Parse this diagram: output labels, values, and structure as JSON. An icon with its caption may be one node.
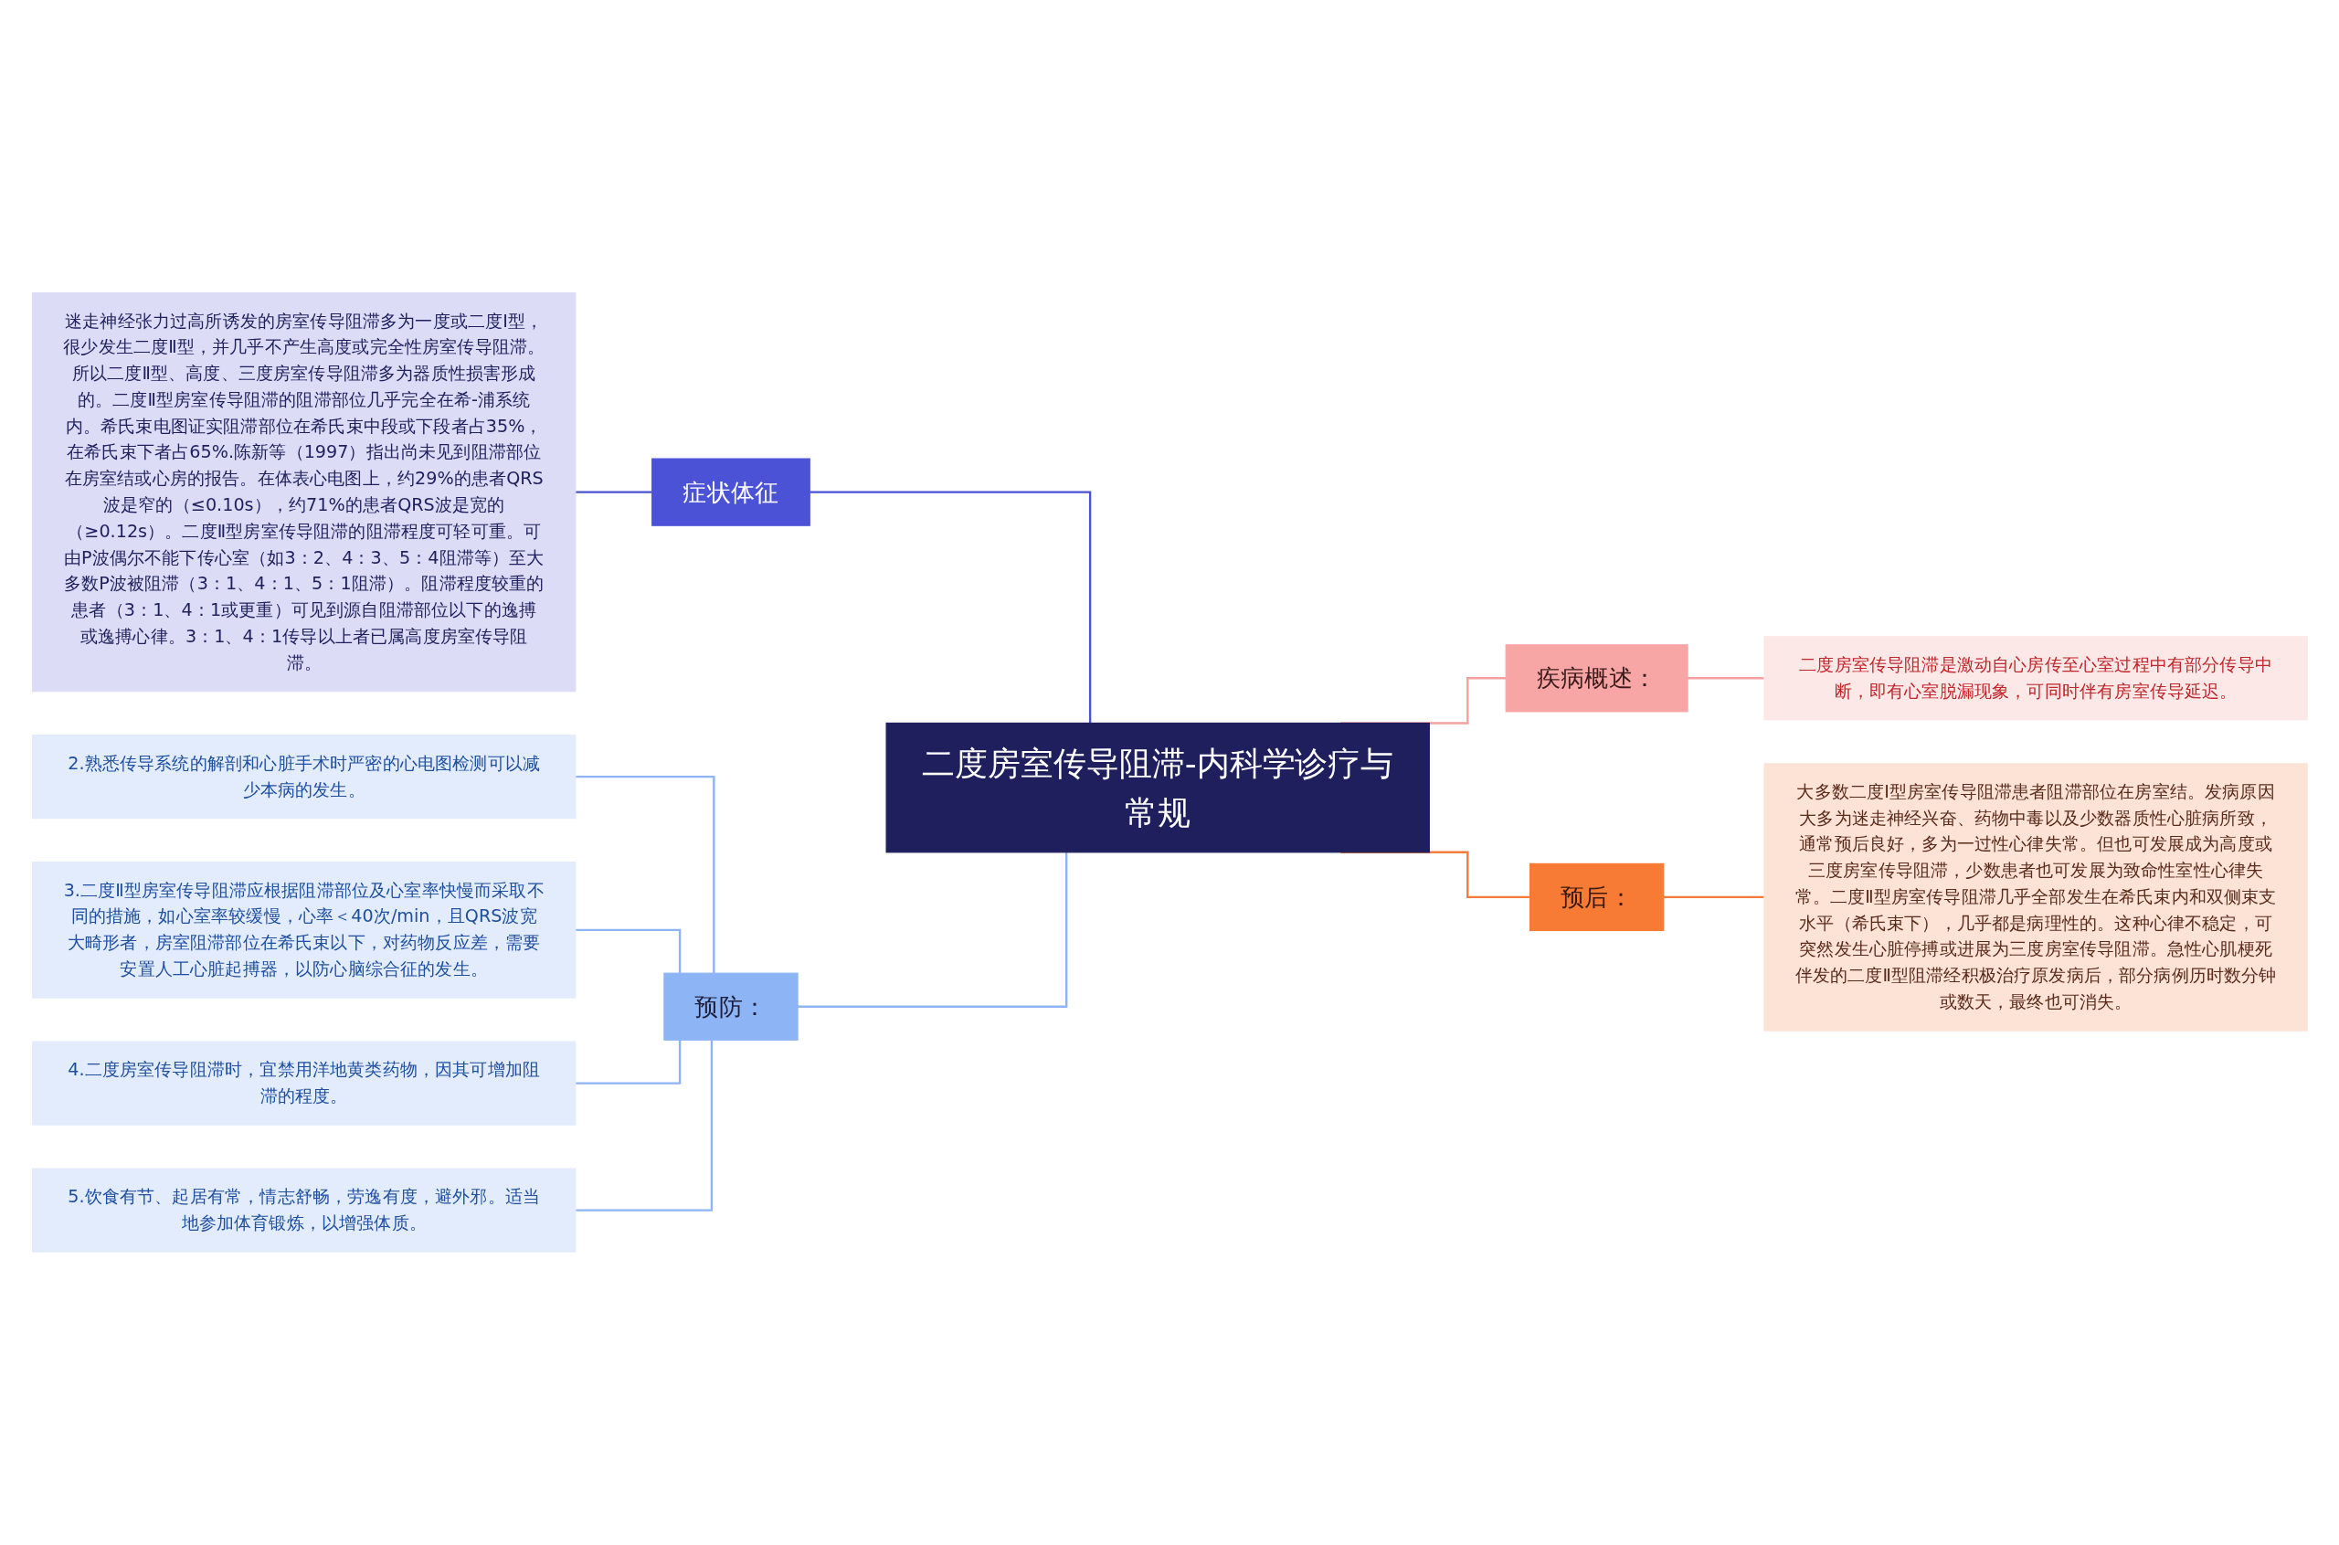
{
  "diagram": {
    "nodes": [
      {
        "text": [
          "二度房室传导阻滞-内科学诊疗与常规"
        ]
      },
      {
        "text": [
          "症状体征"
        ]
      },
      {
        "text": [
          "迷走神经张力过高所诱发的房室传导阻滞多为一度或二度Ⅰ型，很少发生二度Ⅱ型，并几乎不产生高度或完全性房室传导阻滞。所以二度Ⅱ型、高度、三度房室传导阻滞多为器质性损害形成的。二度Ⅱ型房室传导阻滞的阻滞部位几乎完全在希-浦系统内。希氏束电图证实阻滞部位在希氏束中段或下段者占35%，在希氏束下者占65%.陈新等（1997）指出尚未见到阻滞部位在房室结或心房的报告。在体表心电图上，约29%的患者QRS波是窄的（≤0.10s），约71%的患者QRS波是宽的（≥0.12s）。二度Ⅱ型房室传导阻滞的阻滞程度可轻可重。可由P波偶尔不能下传心室（如3：2、4：3、5：4阻滞等）至大多数P波被阻滞（3：1、4：1、5：1阻滞）。阻滞程度较重的患者（3：1、4：1或更重）可见到源自阻滞部位以下的逸搏或逸搏心律。3：1、4：1传导以上者已属高度房室传导阻滞。"
        ]
      },
      {
        "text": [
          "预防："
        ]
      },
      {
        "text": [
          "2.熟悉传导系统的解剖和心脏手术时严密的心电图检测可以减少本病的发生。"
        ]
      },
      {
        "text": [
          "3.二度Ⅱ型房室传导阻滞应根据阻滞部位及心室率快慢而采取不同的措施，如心室率较缓慢，心率＜40次/min，且QRS波宽大畸形者，房室阻滞部位在希氏束以下，对药物反应差，需要安置人工心脏起搏器，以防心脑综合征的发生。"
        ]
      },
      {
        "text": [
          "4.二度房室传导阻滞时，宜禁用洋地黄类药物，因其可增加阻滞的程度。"
        ]
      },
      {
        "text": [
          "5.饮食有节、起居有常，情志舒畅，劳逸有度，避外邪。适当地参加体育锻炼，以增强体质。"
        ]
      },
      {
        "text": [
          "疾病概述："
        ]
      },
      {
        "text": [
          "二度房室传导阻滞是激动自心房传至心室过程中有部分传导中断，即有心室脱漏现象，可同时伴有房室传导延迟。"
        ]
      },
      {
        "text": [
          "预后："
        ]
      },
      {
        "text": [
          "大多数二度Ⅰ型房室传导阻滞患者阻滞部位在房室结。发病原因大多为迷走神经兴奋、药物中毒以及少数器质性心脏病所致，通常预后良好，多为一过性心律失常。但也可发展成为高度或三度房室传导阻滞，少数患者也可发展为致命性室性心律失常。二度Ⅱ型房室传导阻滞几乎全部发生在希氏束内和双侧束支水平（希氏束下），几乎都是病理性的。这种心律不稳定，可突然发生心脏停搏或进展为三度房室传导阻滞。急性心肌梗死伴发的二度Ⅱ型阻滞经积极治疗原发病后，部分病例历时数分钟或数天，最终也可消失。"
        ]
      }
    ],
    "edges": [
      {
        "from": 2,
        "to": 1,
        "arrow": "none",
        "color": "#4b52d6"
      },
      {
        "from": 1,
        "to": 0,
        "arrow": "none",
        "color": "#4b52d6"
      },
      {
        "from": 4,
        "to": 3,
        "arrow": "none",
        "color": "#8db4f5"
      },
      {
        "from": 5,
        "to": 3,
        "arrow": "none",
        "color": "#8db4f5"
      },
      {
        "from": 6,
        "to": 3,
        "arrow": "none",
        "color": "#8db4f5"
      },
      {
        "from": 7,
        "to": 3,
        "arrow": "none",
        "color": "#8db4f5"
      },
      {
        "from": 3,
        "to": 0,
        "arrow": "none",
        "color": "#8db4f5"
      },
      {
        "from": 0,
        "to": 8,
        "arrow": "none",
        "color": "#f4a0a0"
      },
      {
        "from": 8,
        "to": 9,
        "arrow": "none",
        "color": "#f4a0a0"
      },
      {
        "from": 0,
        "to": 10,
        "arrow": "none",
        "color": "#f47c3c"
      },
      {
        "from": 10,
        "to": 11,
        "arrow": "none",
        "color": "#f47c3c"
      }
    ]
  }
}
